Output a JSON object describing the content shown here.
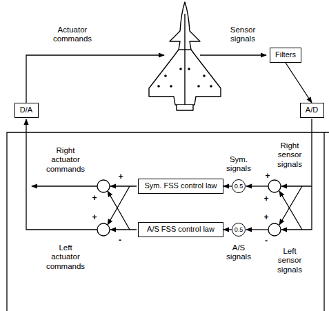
{
  "diagram": {
    "nodes": [
      {
        "text": [
          "Filters"
        ]
      },
      {
        "text": [
          "D/A"
        ]
      },
      {
        "text": [
          "A/D"
        ]
      },
      {
        "text": [
          "Sym. FSS control law"
        ]
      },
      {
        "text": [
          "0.5"
        ]
      },
      {
        "text": [
          "A/S FSS control law"
        ]
      },
      {
        "text": [
          "0.5"
        ]
      }
    ],
    "edges": [
      {
        "from": 0,
        "to": 2,
        "arrow": "to"
      },
      {
        "from": 4,
        "to": 3,
        "arrow": "to"
      },
      {
        "from": 6,
        "to": 5,
        "arrow": "to"
      }
    ],
    "labels": [
      "Actuator commands",
      "Sensor signals",
      "Right actuator commands",
      "Sym. signals",
      "Right sensor signals",
      "+",
      "+",
      "+",
      "+",
      "+",
      "-",
      "+",
      "-",
      "Left actuator commands",
      "A/S signals",
      "Left sensor signals"
    ]
  }
}
